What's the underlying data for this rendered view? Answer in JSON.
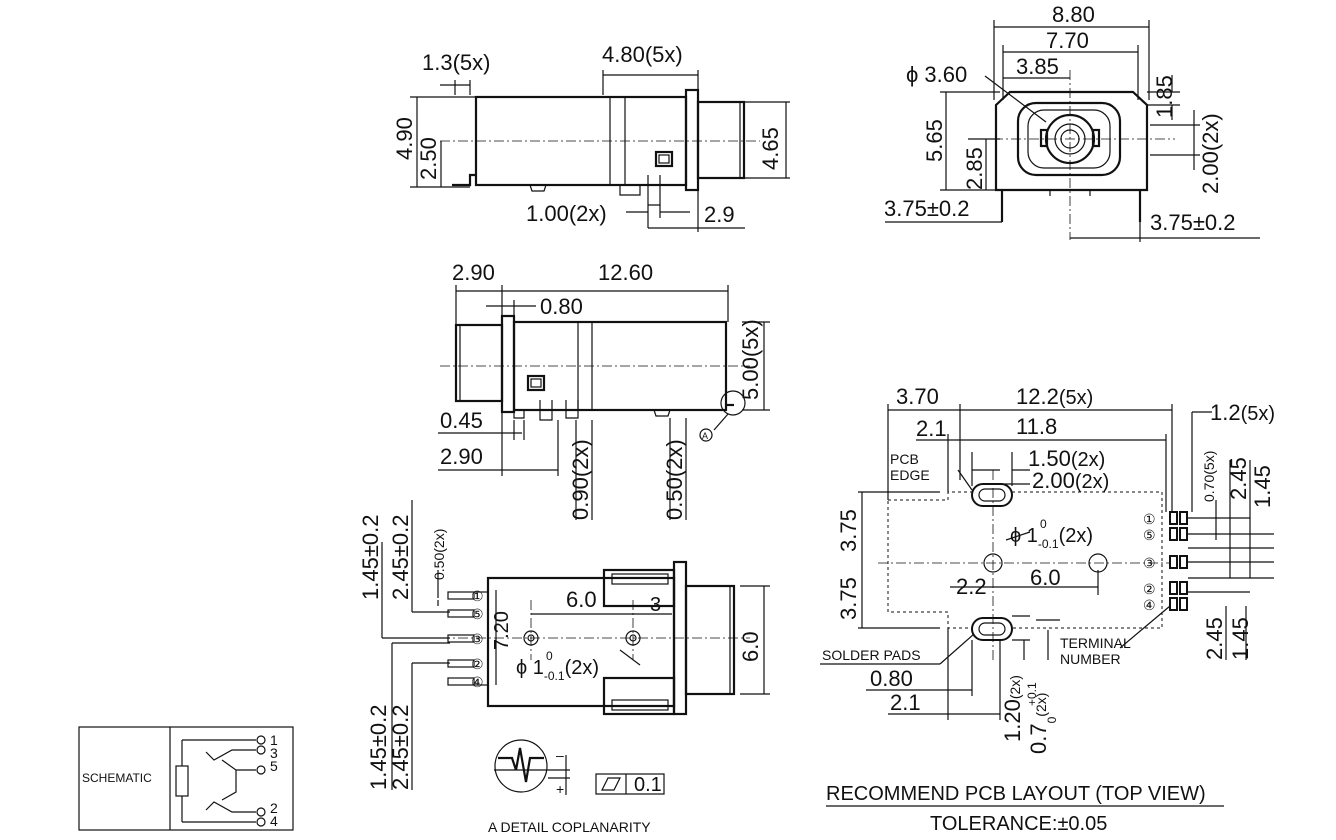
{
  "side_view": {
    "d1": "1.3(5x)",
    "d2": "4.80(5x)",
    "d3": "4.90",
    "d4": "2.50",
    "d5": "4.65",
    "d6": "1.00(2x)",
    "d7": "2.9"
  },
  "front_view": {
    "d1": "8.80",
    "d2": "7.70",
    "d3": "3.85",
    "d4": "ϕ 3.60",
    "d5": "1.85",
    "d6": "5.65",
    "d7": "2.85",
    "d8": "2.00(2x)",
    "d9": "3.75±0.2",
    "d10": "3.75±0.2"
  },
  "bottom_side_view": {
    "d1": "2.90",
    "d2": "12.60",
    "d3": "0.80",
    "d4": "5.00(5x)",
    "d5": "0.45",
    "d6": "2.90",
    "d7": "0.90(2x)",
    "d8": "0.50(2x)",
    "detail_marker": "A"
  },
  "top_view": {
    "d1": "1.45±0.2",
    "d2": "2.45±0.2",
    "d3": "0.50(2x)",
    "d4": "6.0",
    "d5": "3",
    "d6": "7.20",
    "d7": "6.0",
    "hole_prefix": "ϕ 1",
    "hole_sub": "-0.1",
    "hole_sup": "0",
    "hole_suffix": "(2x)",
    "d8": "1.45±0.2",
    "d9": "2.45±0.2",
    "pins": [
      "①",
      "⑤",
      "③",
      "②",
      "④"
    ]
  },
  "detail": {
    "minus": "–",
    "plus": "+",
    "flatness_value": "0.1",
    "caption": "A DETAIL COPLANARITY"
  },
  "schematic": {
    "label": "SCHEMATIC",
    "pins": [
      "1",
      "3",
      "5",
      "2",
      "4"
    ]
  },
  "pcb_layout": {
    "d1": "3.70",
    "d2": "12.2",
    "d2_sfx": "(5x)",
    "d3": "2.1",
    "d4": "11.8",
    "d5": "1.50",
    "d5_sfx": "(2x)",
    "d6": "2.00",
    "d6_sfx": "(2x)",
    "pcb_edge_1": "PCB",
    "pcb_edge_2": "EDGE",
    "hole_prefix": "ϕ 1",
    "hole_sub": "-0.1",
    "hole_sup": "0",
    "hole_suffix": "(2x)",
    "d7": "3.75",
    "d8": "3.75",
    "d9": "2.2",
    "d10": "6.0",
    "solder_pads": "SOLDER  PADS",
    "d11": "0.80",
    "d12": "2.1",
    "d13": "1.20",
    "d13_sfx": "(2x)",
    "d14": "0.7",
    "d14_sup": "+0.1",
    "d14_sub": "0",
    "d14_sfx": "(2x)",
    "terminal_1": "TERMINAL",
    "terminal_2": "NUMBER",
    "d15": "1.2",
    "d15_sfx": "(5x)",
    "d16": "0.70(5x)",
    "d17": "2.45",
    "d18": "1.45",
    "d19": "2.45",
    "d20": "1.45",
    "pins": [
      "①",
      "⑤",
      "③",
      "②",
      "④"
    ],
    "title": "RECOMMEND PCB LAYOUT (TOP VIEW)",
    "tolerance": "TOLERANCE:±0.05"
  }
}
